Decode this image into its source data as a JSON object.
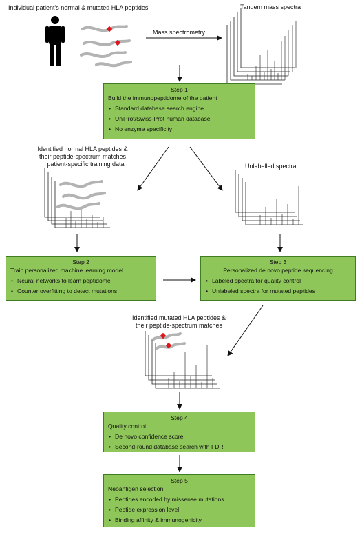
{
  "top": {
    "patient_label": "Individual patient's normal & mutated HLA peptides",
    "spectra_label": "Tandem mass spectra",
    "ms_label": "Mass spectrometry"
  },
  "step1": {
    "title": "Step 1",
    "heading": "Build the immunopeptidome of the patient",
    "items": [
      "Standard database search engine",
      "UniProt/Swiss-Prot human database",
      "No enzyme specificity"
    ]
  },
  "middle": {
    "identified_label_1": "Identified normal HLA peptides &",
    "identified_label_2": "their peptide-spectrum matches",
    "identified_label_3": "→patient-specific training data",
    "unlabelled_label": "Unlabelled spectra"
  },
  "step2": {
    "title": "Step 2",
    "heading": "Train personalized machine learning model",
    "items": [
      "Neural networks to learn peptidome",
      "Counter overfitting to detect mutations"
    ]
  },
  "step3": {
    "title": "Step 3",
    "heading": "Personalized de novo peptide sequencing",
    "items": [
      "Labeled spectra for quality control",
      "Unlabeled spectra for mutated peptides"
    ]
  },
  "mutated": {
    "label_1": "Identified mutated HLA peptides &",
    "label_2": "their peptide-spectrum matches"
  },
  "step4": {
    "title": "Step 4",
    "heading": "Quality control",
    "items": [
      "De novo confidence score",
      "Second-round database search with FDR"
    ]
  },
  "step5": {
    "title": "Step 5",
    "heading": "Neoantigen selection",
    "items": [
      "Peptides encoded by missense mutations",
      "Peptide expression level",
      "Binding affinity & immunogenicity"
    ]
  },
  "colors": {
    "box_fill": "#8fc65a",
    "box_border": "#3e7d23",
    "peptide": "#b3b3b3",
    "mutation": "#e0151b"
  }
}
